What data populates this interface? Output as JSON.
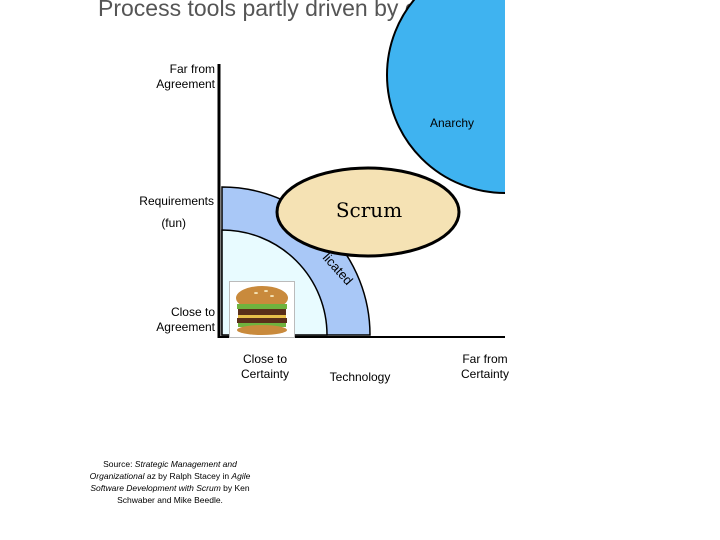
{
  "title": "Process tools partly driven by certainty",
  "diagram": {
    "y_top_label_1": "Far from",
    "y_top_label_2": "Agreement",
    "y_bottom_label_1": "Close to",
    "y_bottom_label_2": "Agreement",
    "y_axis_name": "Requirements",
    "y_axis_note": "(fun)",
    "x_left_label_1": "Close to",
    "x_left_label_2": "Certainty",
    "x_axis_name": "Technology",
    "x_right_label_1": "Far from",
    "x_right_label_2": "Certainty",
    "region_anarchy": "Anarchy",
    "region_complicated_fragment": "licated",
    "center_label": "Scrum",
    "colors": {
      "anarchy": "#3fb3f0",
      "complicated": "#a9c8f7",
      "simple": "#e8fbff",
      "scrum": "#f5e2b4"
    },
    "image": "hamburger-icon"
  },
  "source": {
    "prefix": "Source: ",
    "book1": "Strategic Management and Organizational",
    "mid1": " az by Ralph Stacey in ",
    "book2": "Agile Software Development with Scrum",
    "mid2": " by Ken Schwaber and Mike Beedle."
  }
}
